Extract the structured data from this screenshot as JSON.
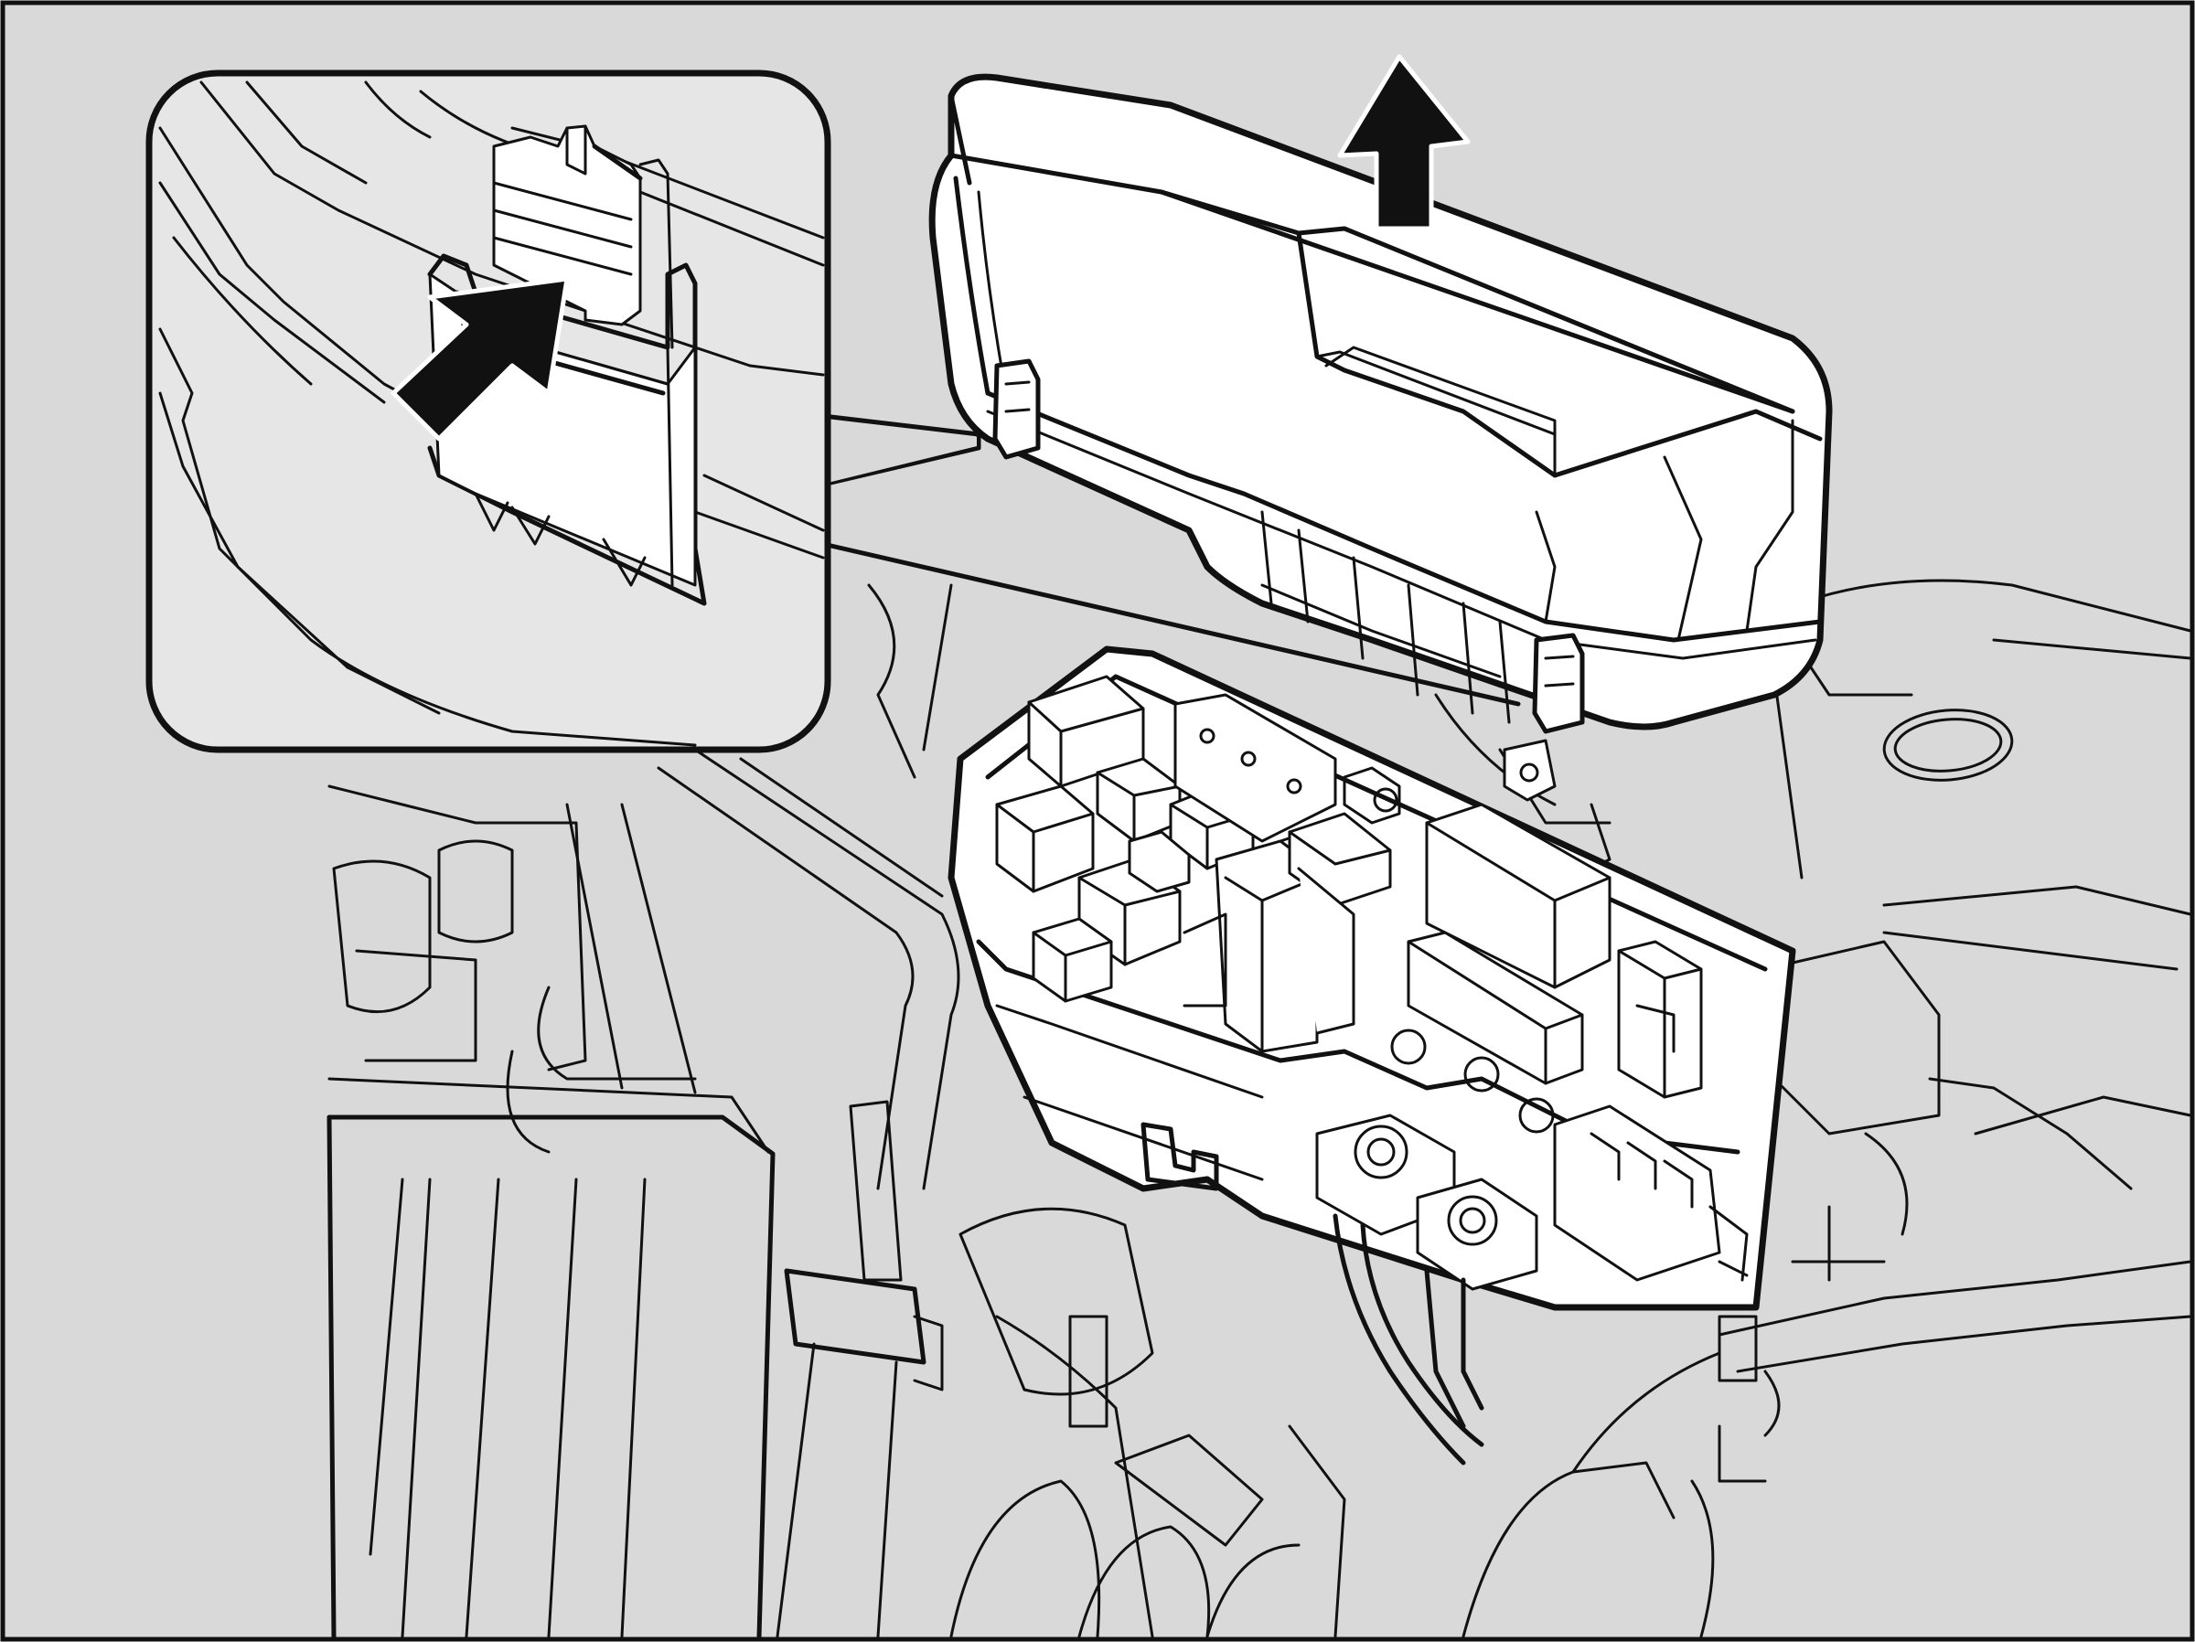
{
  "figure": {
    "background_color": "#d9d9d9",
    "line_color": "#111111",
    "inset_color": "#e6e6e6",
    "components": {
      "fuse_box_cover": "fuse-box-cover",
      "fuse_box_base": "fuse-box-base",
      "latch_detail": "latch-detail-inset",
      "lift_arrow": "arrow-up-icon",
      "press_arrow": "arrow-up-right-icon"
    }
  }
}
